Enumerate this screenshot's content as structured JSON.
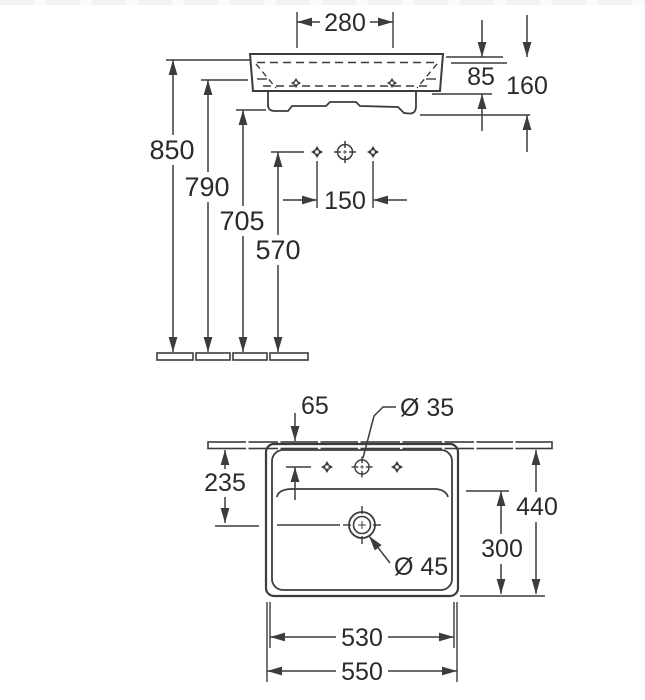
{
  "drawing": {
    "type": "washbasin-installation-diagram",
    "line_color": "#3c3c3c",
    "text_color": "#2b2b2b",
    "front_view": {
      "d280": "280",
      "d85": "85",
      "d160": "160",
      "d850": "850",
      "d790": "790",
      "d705": "705",
      "d570": "570",
      "d150": "150"
    },
    "top_view": {
      "d65": "65",
      "dia35": "Ø 35",
      "d235": "235",
      "d440": "440",
      "d300": "300",
      "dia45": "Ø 45",
      "d530": "530",
      "d550": "550"
    }
  }
}
